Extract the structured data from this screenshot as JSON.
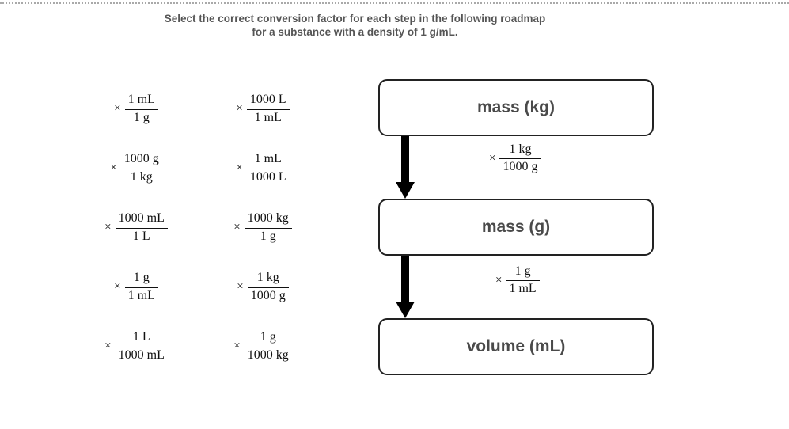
{
  "meta": {
    "times": "×"
  },
  "colors": {
    "title_text": "#555555",
    "box_border": "#222222",
    "box_text": "#4a4a4a",
    "fraction_text": "#111111",
    "arrow": "#000000",
    "top_rule": "#a9a9a9"
  },
  "title": {
    "line1": "Select the correct conversion factor for each step in the following roadmap",
    "line2": "for a substance with a density of 1 g/mL."
  },
  "options": [
    {
      "num": "1 mL",
      "den": "1 g"
    },
    {
      "num": "1000 L",
      "den": "1 mL"
    },
    {
      "num": "1000 g",
      "den": "1 kg"
    },
    {
      "num": "1 mL",
      "den": "1000 L"
    },
    {
      "num": "1000 mL",
      "den": "1 L"
    },
    {
      "num": "1000 kg",
      "den": "1 g"
    },
    {
      "num": "1 g",
      "den": "1 mL"
    },
    {
      "num": "1 kg",
      "den": "1000 g"
    },
    {
      "num": "1 L",
      "den": "1000 mL"
    },
    {
      "num": "1 g",
      "den": "1000 kg"
    }
  ],
  "roadmap": {
    "nodes": [
      {
        "label": "mass (kg)"
      },
      {
        "label": "mass (g)"
      },
      {
        "label": "volume (mL)"
      }
    ],
    "steps": [
      {
        "num": "1 kg",
        "den": "1000 g"
      },
      {
        "num": "1 g",
        "den": "1 mL"
      }
    ]
  }
}
